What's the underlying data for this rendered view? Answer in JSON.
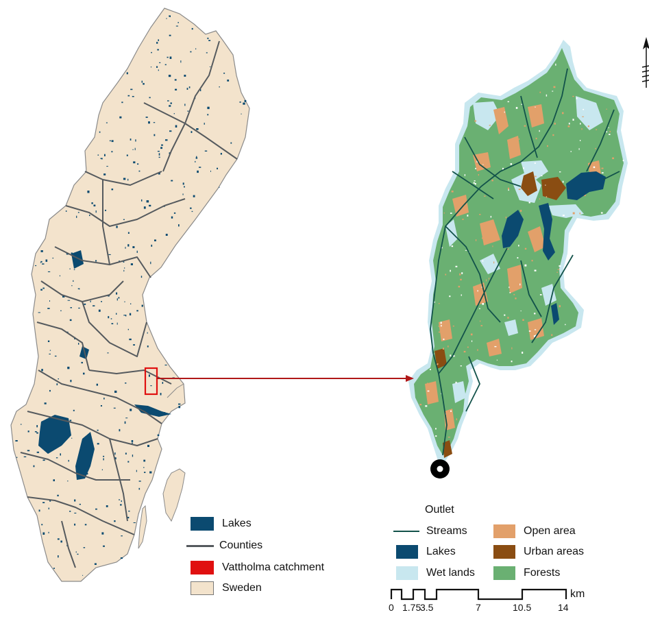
{
  "colors": {
    "sweden_fill": "#f3e3cc",
    "sweden_border": "#8a8a8a",
    "counties": "#555a5e",
    "lakes": "#0b4a70",
    "catchment": "#e01010",
    "arrow": "#b01818",
    "forests": "#6ab072",
    "open_area": "#e2a06a",
    "urban": "#8a4d12",
    "wetlands": "#c8e7ef",
    "streams": "#12524a"
  },
  "icons": {
    "north_arrow": "north-arrow-icon",
    "outlet": "outlet-ring-icon"
  },
  "left_legend": {
    "lakes": "Lakes",
    "counties": "Counties",
    "catchment": "Vattholma catchment",
    "sweden": "Sweden"
  },
  "right_legend": {
    "outlet": "Outlet",
    "streams": "Streams",
    "lakes": "Lakes",
    "wetlands": "Wet lands",
    "open_area": "Open area",
    "urban": "Urban areas",
    "forests": "Forests"
  },
  "scale_bar": {
    "unit": "km",
    "ticks": [
      "0",
      "1.75",
      "3.5",
      "7",
      "10.5",
      "14"
    ]
  }
}
